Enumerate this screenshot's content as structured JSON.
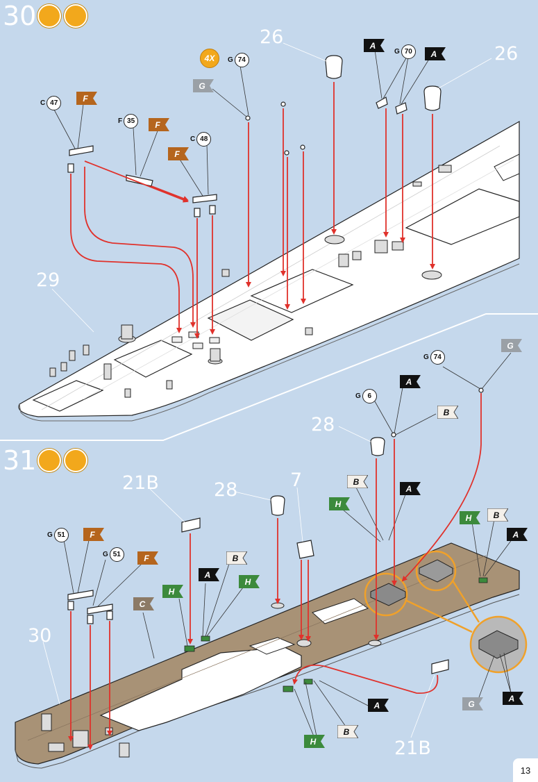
{
  "page_number": "13",
  "colors": {
    "background": "#c5d8ec",
    "arrow": "#e0312b",
    "highlight": "#f0a12a",
    "deck_white": "#ffffff",
    "deck_wood": "#a89276",
    "flag_F": "#b5651d",
    "flag_A": "#111111",
    "flag_B": "#f4f0ea",
    "flag_H": "#3c8a3c",
    "flag_G": "#9aa0a6",
    "flag_C": "#8c7a66"
  },
  "step30": {
    "number": "30",
    "tool_icons": [
      "glue-icon",
      "paintbrush-icon"
    ],
    "parts": {
      "p26a": "26",
      "p26b": "26",
      "p29": "29"
    },
    "badge": "4X",
    "refs": [
      {
        "letter": "C",
        "num": "47"
      },
      {
        "letter": "F",
        "num": "35"
      },
      {
        "letter": "C",
        "num": "48"
      },
      {
        "letter": "G",
        "num": "74"
      },
      {
        "letter": "G",
        "num": "70"
      }
    ],
    "flags": [
      "F",
      "F",
      "F",
      "G",
      "A",
      "A"
    ]
  },
  "step31": {
    "number": "31",
    "tool_icons": [
      "glue-icon",
      "paintbrush-icon"
    ],
    "parts": {
      "p21B_top": "21B",
      "p28a": "28",
      "p7": "7",
      "p28b": "28",
      "p30": "30",
      "p21B_bottom": "21B"
    },
    "refs": [
      {
        "letter": "G",
        "num": "51"
      },
      {
        "letter": "G",
        "num": "51"
      },
      {
        "letter": "G",
        "num": "6"
      },
      {
        "letter": "G",
        "num": "74"
      }
    ],
    "flags": [
      "F",
      "F",
      "C",
      "H",
      "A",
      "B",
      "H",
      "B",
      "H",
      "A",
      "A",
      "B",
      "G",
      "H",
      "B",
      "A",
      "A",
      "B",
      "H",
      "G",
      "A"
    ]
  }
}
